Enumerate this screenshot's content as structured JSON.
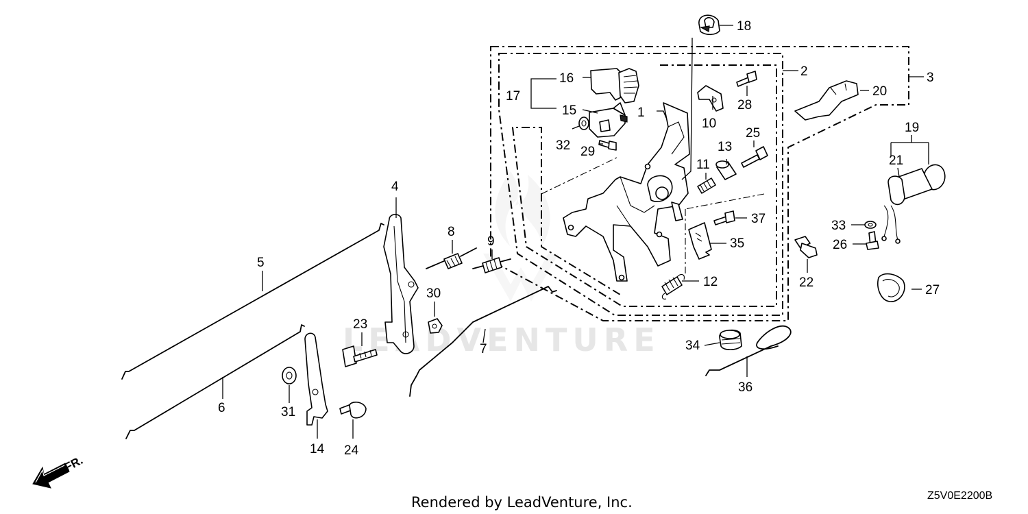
{
  "diagram": {
    "callouts": {
      "c1": "1",
      "c2": "2",
      "c3": "3",
      "c4": "4",
      "c5": "5",
      "c6": "6",
      "c7": "7",
      "c8": "8",
      "c9": "9",
      "c10": "10",
      "c11": "11",
      "c12": "12",
      "c13": "13",
      "c14": "14",
      "c15": "15",
      "c16": "16",
      "c17": "17",
      "c18": "18",
      "c19": "19",
      "c20": "20",
      "c21": "21",
      "c22": "22",
      "c23": "23",
      "c24": "24",
      "c25": "25",
      "c26": "26",
      "c27": "27",
      "c28": "28",
      "c29": "29",
      "c30": "30",
      "c31": "31",
      "c32": "32",
      "c33": "33",
      "c34": "34",
      "c35": "35",
      "c36": "36",
      "c37": "37"
    },
    "front_label": "FR.",
    "watermark": "LEADVENTURE",
    "footer": "Rendered by LeadVenture, Inc.",
    "diagram_code": "Z5V0E2200B"
  }
}
